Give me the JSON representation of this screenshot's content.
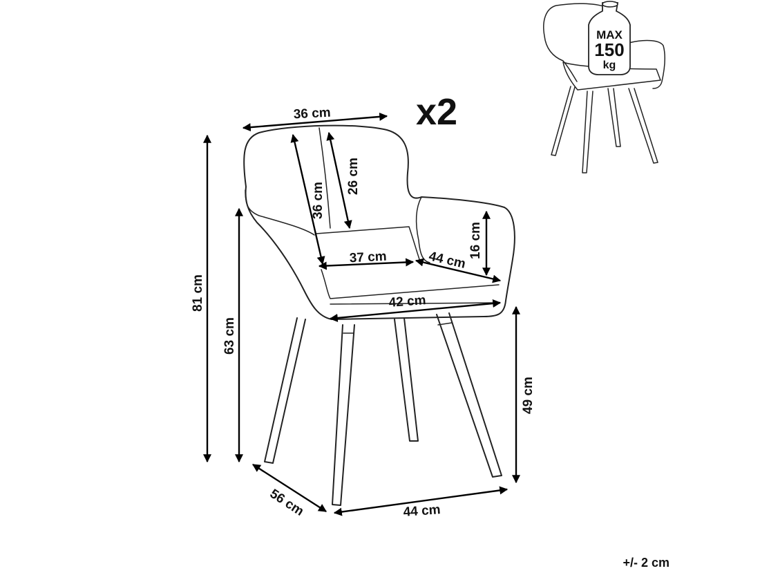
{
  "quantity": "x2",
  "max_load": {
    "line1": "MAX",
    "line2": "150",
    "line3": "kg"
  },
  "tolerance": "+/- 2 cm",
  "dimensions": {
    "back_width": "36 cm",
    "back_height_inner": "26 cm",
    "back_height": "36 cm",
    "seat_back_width": "37 cm",
    "seat_depth": "44 cm",
    "armrest_height": "16 cm",
    "seat_width": "42 cm",
    "total_height": "81 cm",
    "armrest_floor_height": "63 cm",
    "seat_height": "49 cm",
    "depth": "56 cm",
    "width": "44 cm"
  }
}
